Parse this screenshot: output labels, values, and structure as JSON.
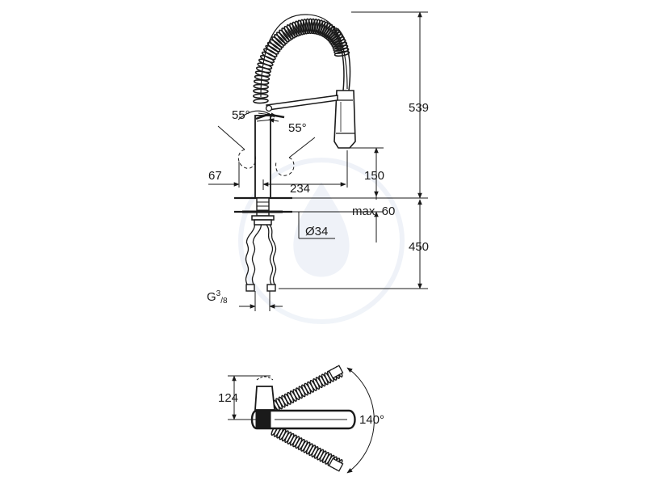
{
  "side_view": {
    "dimensions": {
      "height_total": "539",
      "height_below_deck": "450",
      "spray_clearance": "150",
      "reach": "234",
      "base_offset": "67",
      "deck_thickness": "max. 60",
      "hole_diameter": "Ø34",
      "lever_angle_left": "55°",
      "lever_angle_right": "55°"
    },
    "connection": {
      "base": "G",
      "sup": "3",
      "sub": "/8"
    }
  },
  "top_view": {
    "dimensions": {
      "depth": "124",
      "swivel_angle": "140°"
    }
  }
}
